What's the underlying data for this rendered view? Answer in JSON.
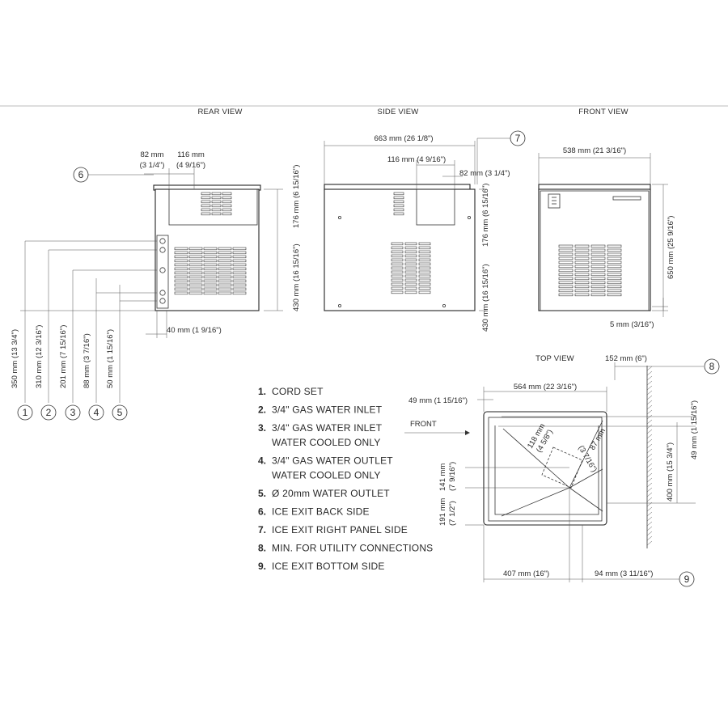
{
  "views": {
    "rear": "REAR VIEW",
    "side": "SIDE VIEW",
    "front": "FRONT VIEW",
    "top": "TOP VIEW"
  },
  "rear_dims": {
    "d82": "82 mm",
    "d82in": "(3 1/4\")",
    "d116": "116 mm",
    "d116in": "(4 9/16\")",
    "d40": "40 mm (1 9/16\")",
    "d430": "430 mm (16 15/16\")",
    "d176": "176 mm (6 15/16\")",
    "d350": "350 mm (13 3/4\")",
    "d310": "310 mm (12 3/16\")",
    "d201": "201 mm (7 15/16\")",
    "d88": "88 mm (3 7/16\")",
    "d50": "50 mm (1 15/16\")"
  },
  "side_dims": {
    "d663": "663 mm (26 1/8\")",
    "d116": "116 mm (4 9/16\")",
    "d82": "82 mm (3 1/4\")",
    "d176": "176 mm (6 15/16\")",
    "d430": "430 mm (16 15/16\")"
  },
  "front_dims": {
    "d538": "538 mm (21 3/16\")",
    "d650": "650 mm (25 9/16\")",
    "d5": "5 mm (3/16\")"
  },
  "top_dims": {
    "d152": "152 mm (6\")",
    "d564": "564 mm (22 3/16\")",
    "d49a": "49 mm (1 15/16\")",
    "d49b": "49 mm (1 15/16\")",
    "front": "FRONT",
    "d118": "118 mm",
    "d118in": "(4 5/8\")",
    "d87": "87 mm",
    "d87in": "(3 7/16\")",
    "d141": "141 mm",
    "d141in": "(7 9/16\")",
    "d191": "191 mm",
    "d191in": "(7 1/2\")",
    "d400": "400 mm (15 3/4\")",
    "d407": "407 mm (16\")",
    "d94": "94 mm (3 11/16\")"
  },
  "callouts": [
    "1",
    "2",
    "3",
    "4",
    "5",
    "6",
    "7",
    "8",
    "9"
  ],
  "legend": [
    {
      "num": "1.",
      "lines": [
        "CORD SET"
      ]
    },
    {
      "num": "2.",
      "lines": [
        "3/4\" GAS WATER INLET"
      ]
    },
    {
      "num": "3.",
      "lines": [
        "3/4\" GAS WATER INLET",
        "WATER COOLED ONLY"
      ]
    },
    {
      "num": "4.",
      "lines": [
        "3/4\" GAS WATER OUTLET",
        "WATER COOLED ONLY"
      ]
    },
    {
      "num": "5.",
      "lines": [
        "Ø 20mm WATER OUTLET"
      ]
    },
    {
      "num": "6.",
      "lines": [
        "ICE EXIT BACK SIDE"
      ]
    },
    {
      "num": "7.",
      "lines": [
        "ICE EXIT RIGHT PANEL SIDE"
      ]
    },
    {
      "num": "8.",
      "lines": [
        "MIN. FOR UTILITY CONNECTIONS"
      ]
    },
    {
      "num": "9.",
      "lines": [
        "ICE EXIT  BOTTOM SIDE"
      ]
    }
  ]
}
